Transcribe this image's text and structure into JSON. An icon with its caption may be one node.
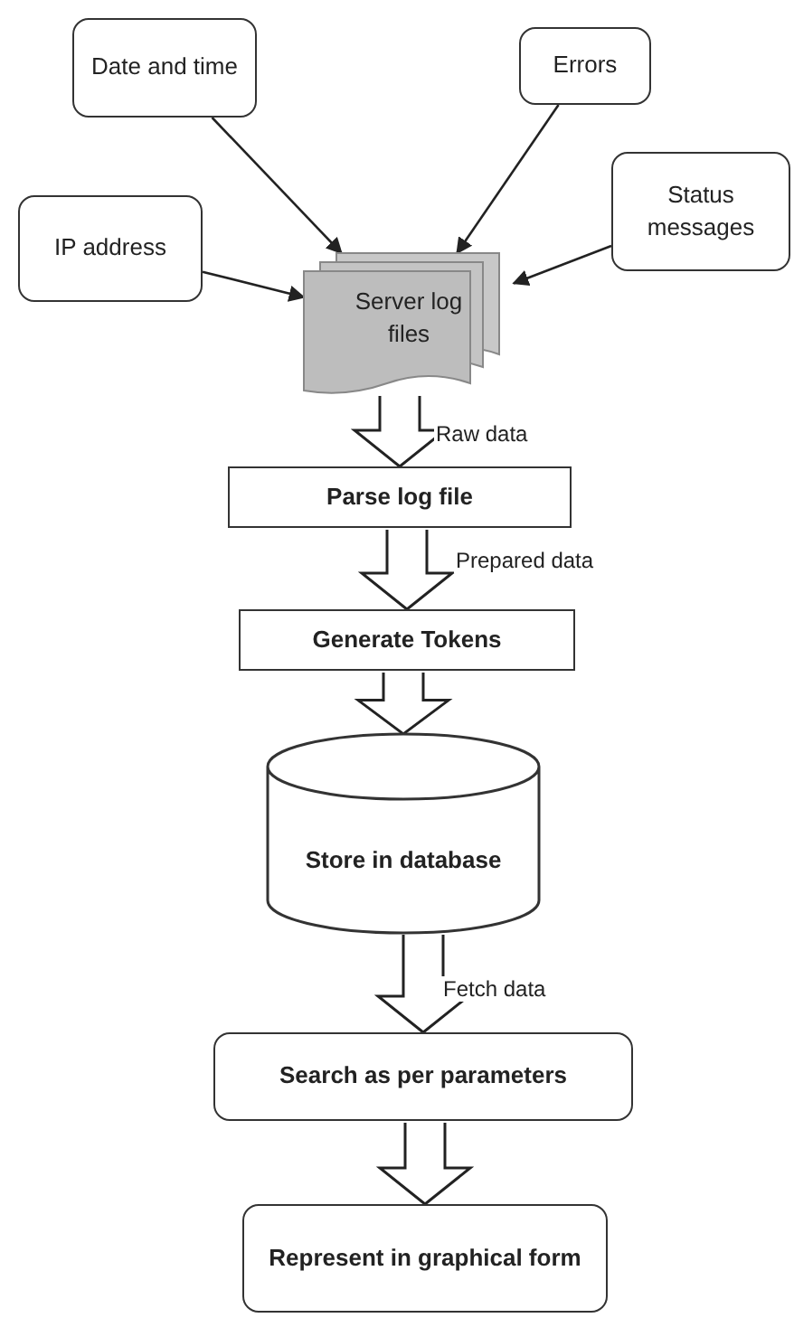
{
  "diagram": {
    "nodes": [
      {
        "text": [
          "Date and time"
        ]
      },
      {
        "text": [
          "Errors"
        ]
      },
      {
        "text": [
          "IP address"
        ]
      },
      {
        "text": [
          "Status messages"
        ]
      },
      {
        "text": [
          "Server log files"
        ]
      },
      {
        "text": [
          "Parse log file"
        ]
      },
      {
        "text": [
          "Generate Tokens"
        ]
      },
      {
        "text": [
          "Store in database"
        ]
      },
      {
        "text": [
          "Search as per parameters"
        ]
      },
      {
        "text": [
          "Represent in graphical form"
        ]
      }
    ],
    "edges": [
      {
        "from": 0,
        "to": 4,
        "arrow": "to"
      },
      {
        "from": 1,
        "to": 4,
        "arrow": "to"
      },
      {
        "from": 2,
        "to": 4,
        "arrow": "to"
      },
      {
        "from": 3,
        "to": 4,
        "arrow": "to"
      },
      {
        "from": 4,
        "to": 5,
        "arrow": "to",
        "style": "thick",
        "label": "Raw data"
      },
      {
        "from": 5,
        "to": 6,
        "arrow": "to",
        "style": "thick",
        "label": "Prepared data"
      },
      {
        "from": 6,
        "to": 7,
        "arrow": "to",
        "style": "thick"
      },
      {
        "from": 7,
        "to": 8,
        "arrow": "to",
        "style": "thick",
        "label": "Fetch data"
      },
      {
        "from": 8,
        "to": 9,
        "arrow": "to",
        "style": "thick"
      }
    ]
  }
}
